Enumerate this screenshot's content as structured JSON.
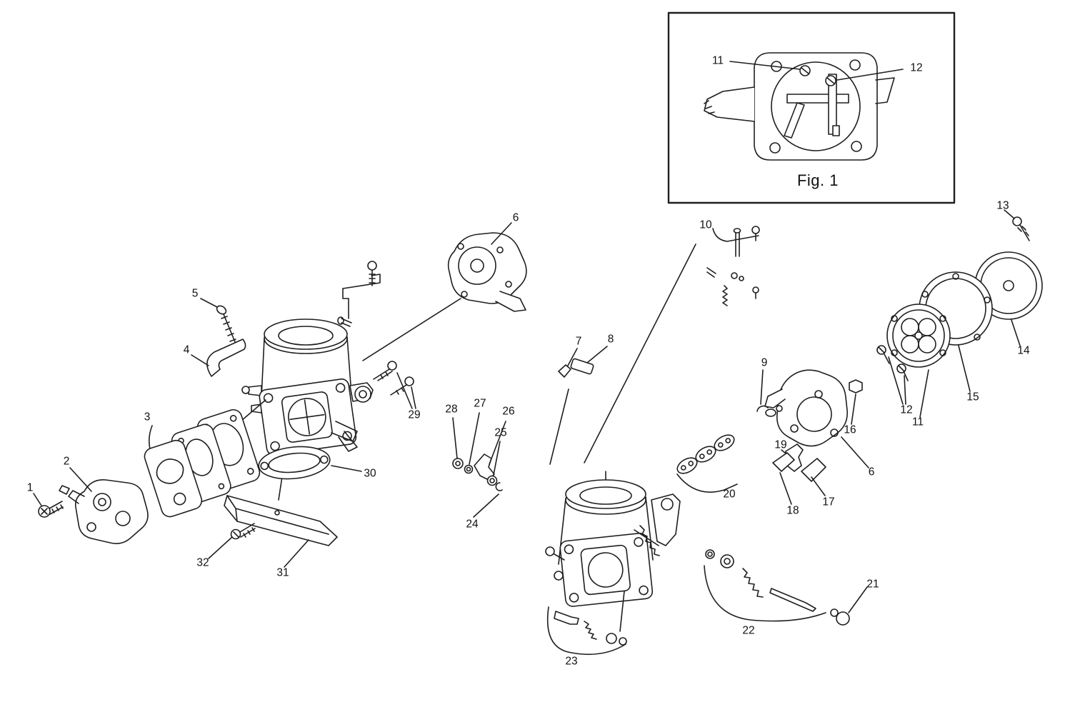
{
  "diagram": {
    "kind": "exploded-parts-diagram",
    "colors": {
      "background": "#ffffff",
      "line": "#1f1f1f",
      "text": "#111111"
    }
  },
  "inset": {
    "caption": "Fig. 1"
  },
  "callouts": [
    {
      "id": "1",
      "text": "1"
    },
    {
      "id": "2",
      "text": "2"
    },
    {
      "id": "3",
      "text": "3"
    },
    {
      "id": "4",
      "text": "4"
    },
    {
      "id": "5",
      "text": "5"
    },
    {
      "id": "6-left",
      "text": "6"
    },
    {
      "id": "7",
      "text": "7"
    },
    {
      "id": "8",
      "text": "8"
    },
    {
      "id": "9",
      "text": "9"
    },
    {
      "id": "10",
      "text": "10"
    },
    {
      "id": "11-right",
      "text": "11"
    },
    {
      "id": "12-right",
      "text": "12"
    },
    {
      "id": "13",
      "text": "13"
    },
    {
      "id": "14",
      "text": "14"
    },
    {
      "id": "15",
      "text": "15"
    },
    {
      "id": "16",
      "text": "16"
    },
    {
      "id": "17",
      "text": "17"
    },
    {
      "id": "18",
      "text": "18"
    },
    {
      "id": "19",
      "text": "19"
    },
    {
      "id": "20",
      "text": "20"
    },
    {
      "id": "21",
      "text": "21"
    },
    {
      "id": "22",
      "text": "22"
    },
    {
      "id": "23",
      "text": "23"
    },
    {
      "id": "24",
      "text": "24"
    },
    {
      "id": "25",
      "text": "25"
    },
    {
      "id": "26",
      "text": "26"
    },
    {
      "id": "27",
      "text": "27"
    },
    {
      "id": "28",
      "text": "28"
    },
    {
      "id": "29",
      "text": "29"
    },
    {
      "id": "30",
      "text": "30"
    },
    {
      "id": "31",
      "text": "31"
    },
    {
      "id": "32",
      "text": "32"
    },
    {
      "id": "6-right",
      "text": "6"
    },
    {
      "id": "fig1-11",
      "text": "11"
    },
    {
      "id": "fig1-12",
      "text": "12"
    }
  ]
}
